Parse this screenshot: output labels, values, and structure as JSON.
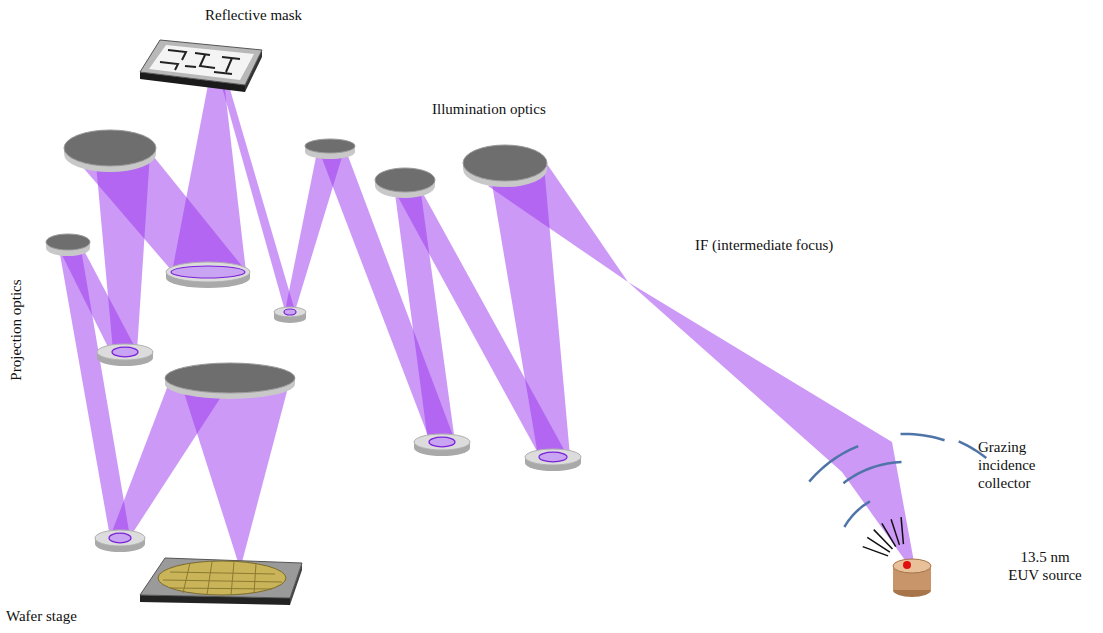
{
  "diagram": {
    "labels": [
      "Reflective mask",
      "Illumination optics",
      "IF (intermediate focus)",
      "Projection optics",
      "Grazing incidence collector",
      "13.5 nm EUV source",
      "Wafer stage"
    ]
  }
}
